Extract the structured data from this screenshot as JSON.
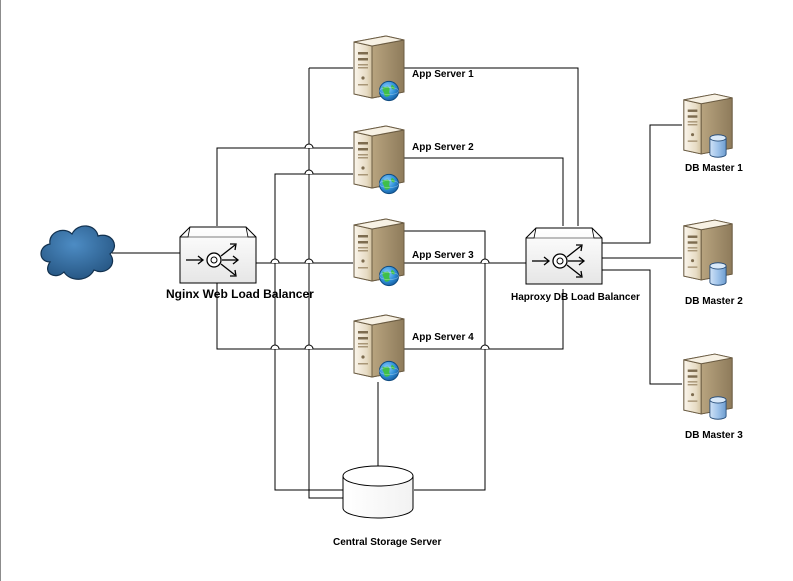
{
  "cloud": {
    "icon": "cloud-icon"
  },
  "nginx": {
    "label": "Nginx Web Load Balancer",
    "icon": "load-balancer-icon"
  },
  "haproxy": {
    "label": "Haproxy DB  Load Balancer",
    "icon": "load-balancer-icon"
  },
  "app_servers": [
    {
      "label": "App Server 1",
      "icon": "web-server-icon"
    },
    {
      "label": "App Server 2",
      "icon": "web-server-icon"
    },
    {
      "label": "App Server 3",
      "icon": "web-server-icon"
    },
    {
      "label": "App Server 4",
      "icon": "web-server-icon"
    }
  ],
  "db_masters": [
    {
      "label": "DB Master 1",
      "icon": "database-server-icon"
    },
    {
      "label": "DB Master 2",
      "icon": "database-server-icon"
    },
    {
      "label": "DB Master 3",
      "icon": "database-server-icon"
    }
  ],
  "storage": {
    "label": "Central Storage Server",
    "icon": "storage-cylinder-icon"
  },
  "colors": {
    "server_light": "#f3ead8",
    "server_mid": "#d9c8a6",
    "server_dark": "#8f7d5f",
    "globe": "#2f8fd8",
    "db_blue": "#9fc3ea",
    "cloud": "#2a5f8e",
    "line": "#000000"
  }
}
